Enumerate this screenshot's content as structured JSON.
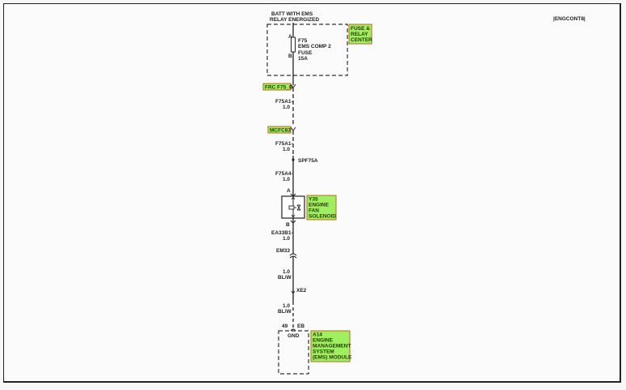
{
  "page_ref": "|ENGCONT8|",
  "power_source": {
    "line1": "BATT WITH EMS",
    "line2": "RELAY ENERGIZED"
  },
  "fuse_box": {
    "label_lines": [
      "FUSE &",
      "RELAY",
      "CENTER"
    ],
    "pin_a": "A",
    "pin_b": "B",
    "fuse_lines": [
      "F75",
      "EMS COMP 2",
      "FUSE",
      "15A"
    ]
  },
  "connectors": [
    {
      "name": "FRC F75_B",
      "pin": "F75A1-",
      "size": "1.0"
    },
    {
      "name": "MCFC83",
      "pin": "F75A1-",
      "size": "1.0"
    }
  ],
  "splice": {
    "name": "SPF75A",
    "pin": "F75A4-",
    "size": "1.0"
  },
  "solenoid": {
    "pin_a": "A",
    "pin_b": "B",
    "label_lines": [
      "Y35",
      "ENGINE",
      "FAN",
      "SOLENOID"
    ]
  },
  "wire_after_solenoid": {
    "pin": "EA33B1-",
    "size": "1.0"
  },
  "connector_em33": {
    "name": "EM33",
    "size": "1.0",
    "color": "BL/W"
  },
  "connector_xe2": {
    "name": "XE2",
    "size": "1.0",
    "color": "BL/W"
  },
  "module": {
    "pin_number": "49",
    "pin_name": "EB",
    "ground": "GND",
    "label_lines": [
      "A14",
      "ENGINE",
      "MANAGEMENT",
      "SYSTEM",
      "(EMS) MODULE"
    ]
  },
  "colors": {
    "label_fill": "#9ef060",
    "label_border": "#c06a1a",
    "wire": "#222222",
    "frame": "#222222"
  }
}
